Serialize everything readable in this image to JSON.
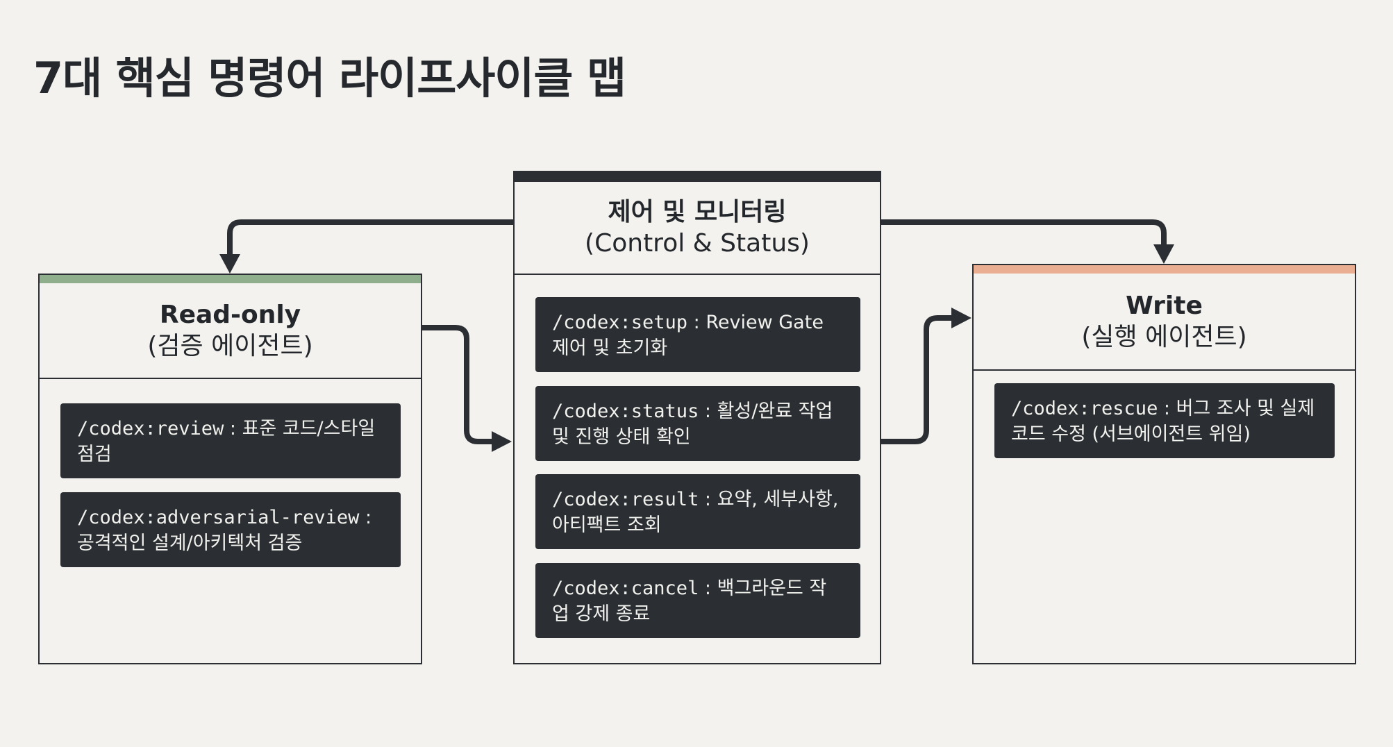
{
  "title": "7대 핵심 명령어 라이프사이클 맵",
  "colors": {
    "background": "#f3f2ee",
    "ink": "#2b2f33",
    "readonly_accent": "#8fae8c",
    "write_accent": "#eaae93",
    "control_accent": "#2b2f33",
    "box_text": "#f1f1ee"
  },
  "panels": {
    "readonly": {
      "title": "Read-only",
      "subtitle": "(검증 에이전트)",
      "commands": [
        {
          "code": "/codex:review",
          "sep": " : ",
          "desc": "표준 코드/스타일 점검"
        },
        {
          "code": "/codex:adversarial-review",
          "sep": " : ",
          "desc": "공격적인 설계/아키텍처 검증"
        }
      ]
    },
    "control": {
      "title": "제어 및 모니터링",
      "subtitle": "(Control & Status)",
      "commands": [
        {
          "code": "/codex:setup",
          "sep": " : ",
          "desc": "Review Gate 제어 및 초기화"
        },
        {
          "code": "/codex:status",
          "sep": " : ",
          "desc": "활성/완료 작업 및 진행 상태 확인"
        },
        {
          "code": "/codex:result",
          "sep": " : ",
          "desc": "요약, 세부사항, 아티팩트 조회"
        },
        {
          "code": "/codex:cancel",
          "sep": " : ",
          "desc": "백그라운드 작업 강제 종료"
        }
      ]
    },
    "write": {
      "title": "Write",
      "subtitle": "(실행 에이전트)",
      "commands": [
        {
          "code": "/codex:rescue",
          "sep": " : ",
          "desc": "버그 조사 및 실제 코드 수정 (서브에이전트 위임)"
        }
      ]
    }
  }
}
